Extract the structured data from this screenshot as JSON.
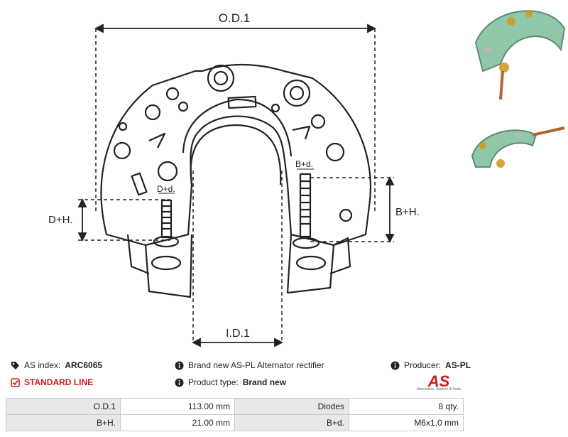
{
  "drawing": {
    "labels": {
      "od": "O.D.1",
      "id": "I.D.1",
      "dh": "D+H.",
      "dd": "D+d.",
      "bh": "B+H.",
      "bd": "B+d."
    }
  },
  "info": {
    "as_index_label": "AS index:",
    "as_index_value": "ARC6065",
    "line": "STANDARD LINE",
    "description": "Brand new AS-PL Alternator rectifier",
    "product_type_label": "Product type:",
    "product_type_value": "Brand new",
    "producer_label": "Producer:",
    "producer_value": "AS-PL"
  },
  "logo": {
    "text": "AS",
    "subtitle": "Alternators, Starters & Parts",
    "color": "#d11a1a"
  },
  "specs": [
    {
      "label": "O.D.1",
      "value": "113.00 mm",
      "label2": "Diodes",
      "value2": "8 qty."
    },
    {
      "label": "B+H.",
      "value": "21.00 mm",
      "label2": "B+d.",
      "value2": "M6x1.0 mm"
    }
  ]
}
